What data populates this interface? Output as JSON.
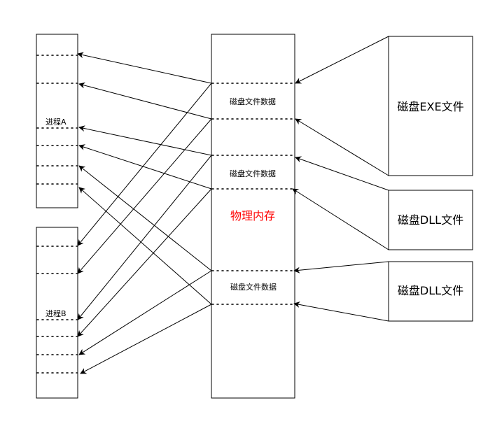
{
  "labels": {
    "process_a": "进程A",
    "process_b": "进程B",
    "physical_memory": "物理内存",
    "mem_segment_1": "磁盘文件数据",
    "mem_segment_2": "磁盘文件数据",
    "mem_segment_3": "磁盘文件数据",
    "disk_exe": "磁盘EXE文件",
    "disk_dll_1": "磁盘DLL文件",
    "disk_dll_2": "磁盘DLL文件"
  },
  "colors": {
    "physical_memory_label": "#ff0000",
    "line": "#000000"
  },
  "icons": {
    "arrowhead": "arrowhead-icon"
  }
}
